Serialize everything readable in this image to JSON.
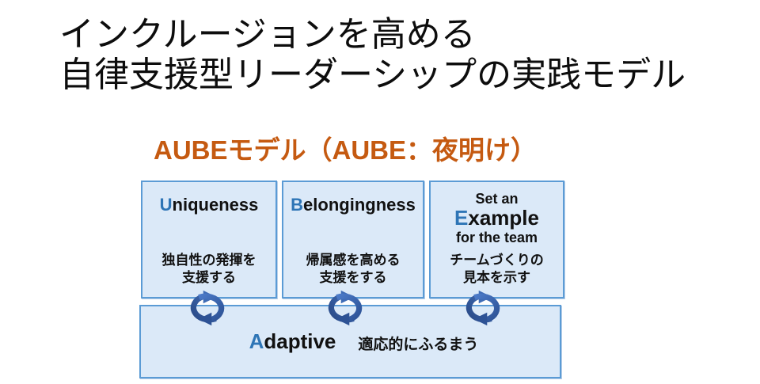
{
  "slide": {
    "title_line1": "インクルージョンを高める",
    "title_line2": "自律支援型リーダーシップの実践モデル",
    "subtitle": "AUBEモデル（AUBE：夜明け）"
  },
  "colors": {
    "subtitle_orange": "#C55A11",
    "accent_letter_blue": "#2E75B6",
    "box_fill": "#DBE9F8",
    "box_border": "#5B9BD5",
    "arrow_blue_dark": "#2D5295",
    "arrow_blue_light": "#4C7AC8"
  },
  "boxes": [
    {
      "key": "uniqueness",
      "initial": "U",
      "rest": "niqueness",
      "jp1": "独自性の発揮を",
      "jp2": "支援する"
    },
    {
      "key": "belongingness",
      "initial": "B",
      "rest": "elongingness",
      "jp1": "帰属感を高める",
      "jp2": "支援をする"
    },
    {
      "key": "example",
      "pre": "Set an",
      "initial": "E",
      "rest": "xample",
      "post": "for the team",
      "jp1": "チームづくりの",
      "jp2": "見本を示す"
    }
  ],
  "adaptive": {
    "initial": "A",
    "rest": "daptive",
    "jp": "適応的にふるまう"
  },
  "icons": {
    "cycle": "cycle-arrows-icon"
  }
}
